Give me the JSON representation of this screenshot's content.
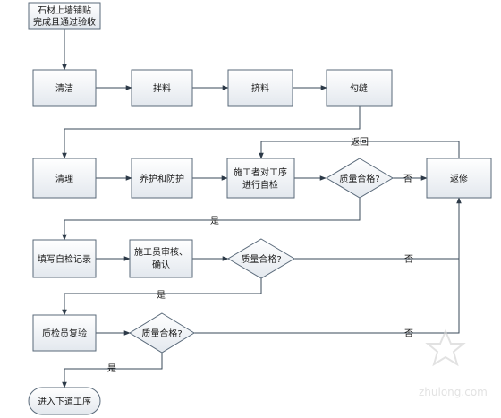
{
  "boxes": {
    "start_line1": "石材上墙铺贴",
    "start_line2": "完成且通过验收",
    "clean": "清洁",
    "mix": "拌料",
    "squeeze": "挤料",
    "joint": "勾缝",
    "tidy": "清理",
    "cure": "养护和防护",
    "selfcheck_line1": "施工者对工序",
    "selfcheck_line2": "进行自检",
    "rework": "返修",
    "record": "填写自检记录",
    "review_line1": "施工员审核、",
    "review_line2": "确认",
    "inspector": "质检员复验",
    "next": "进入下道工序"
  },
  "decisions": {
    "d1": "质量合格?",
    "d2": "质量合格?",
    "d3": "质量合格?"
  },
  "edge_labels": {
    "return": "返回",
    "yes1": "是",
    "yes2": "是",
    "yes3": "是",
    "no1": "否",
    "no2": "否",
    "no3": "否"
  },
  "watermark": "zhulong.com"
}
